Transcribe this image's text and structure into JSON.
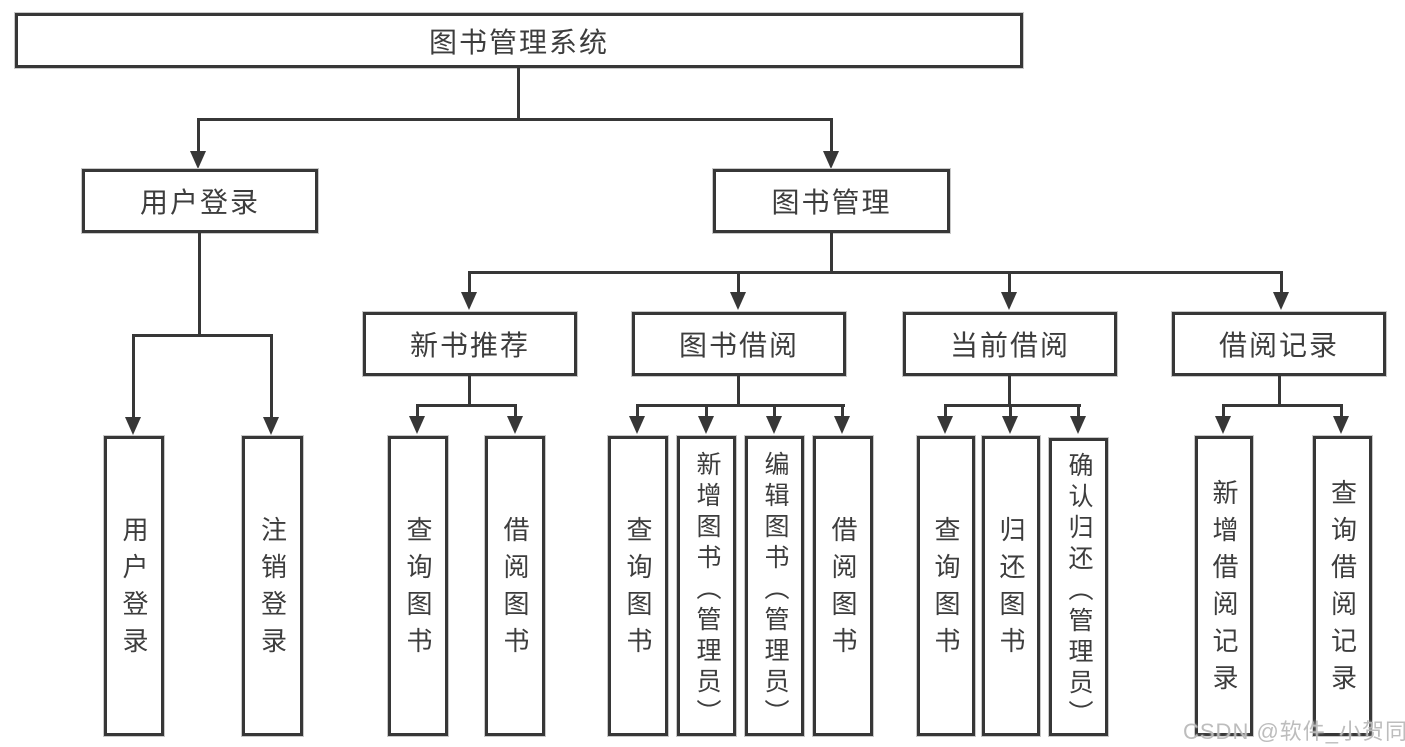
{
  "tree": {
    "root": "图书管理系统",
    "branches": [
      {
        "label": "用户登录",
        "children": [
          "用户登录",
          "注销登录"
        ]
      },
      {
        "label": "图书管理",
        "groups": [
          {
            "label": "新书推荐",
            "children": [
              "查询图书",
              "借阅图书"
            ]
          },
          {
            "label": "图书借阅",
            "children": [
              "查询图书",
              "新增图书（管理员）",
              "编辑图书（管理员）",
              "借阅图书"
            ]
          },
          {
            "label": "当前借阅",
            "children": [
              "查询图书",
              "归还图书",
              "确认归还（管理员）"
            ]
          },
          {
            "label": "借阅记录",
            "children": [
              "新增借阅记录",
              "查询借阅记录"
            ]
          }
        ]
      }
    ]
  },
  "watermark": {
    "text": "CSDN @软件_小贺同学"
  },
  "colors": {
    "line": "#373737",
    "box_border": "#373737",
    "background": "#ffffff",
    "text": "#3d3d3d",
    "watermark": "#b9b9b9"
  }
}
